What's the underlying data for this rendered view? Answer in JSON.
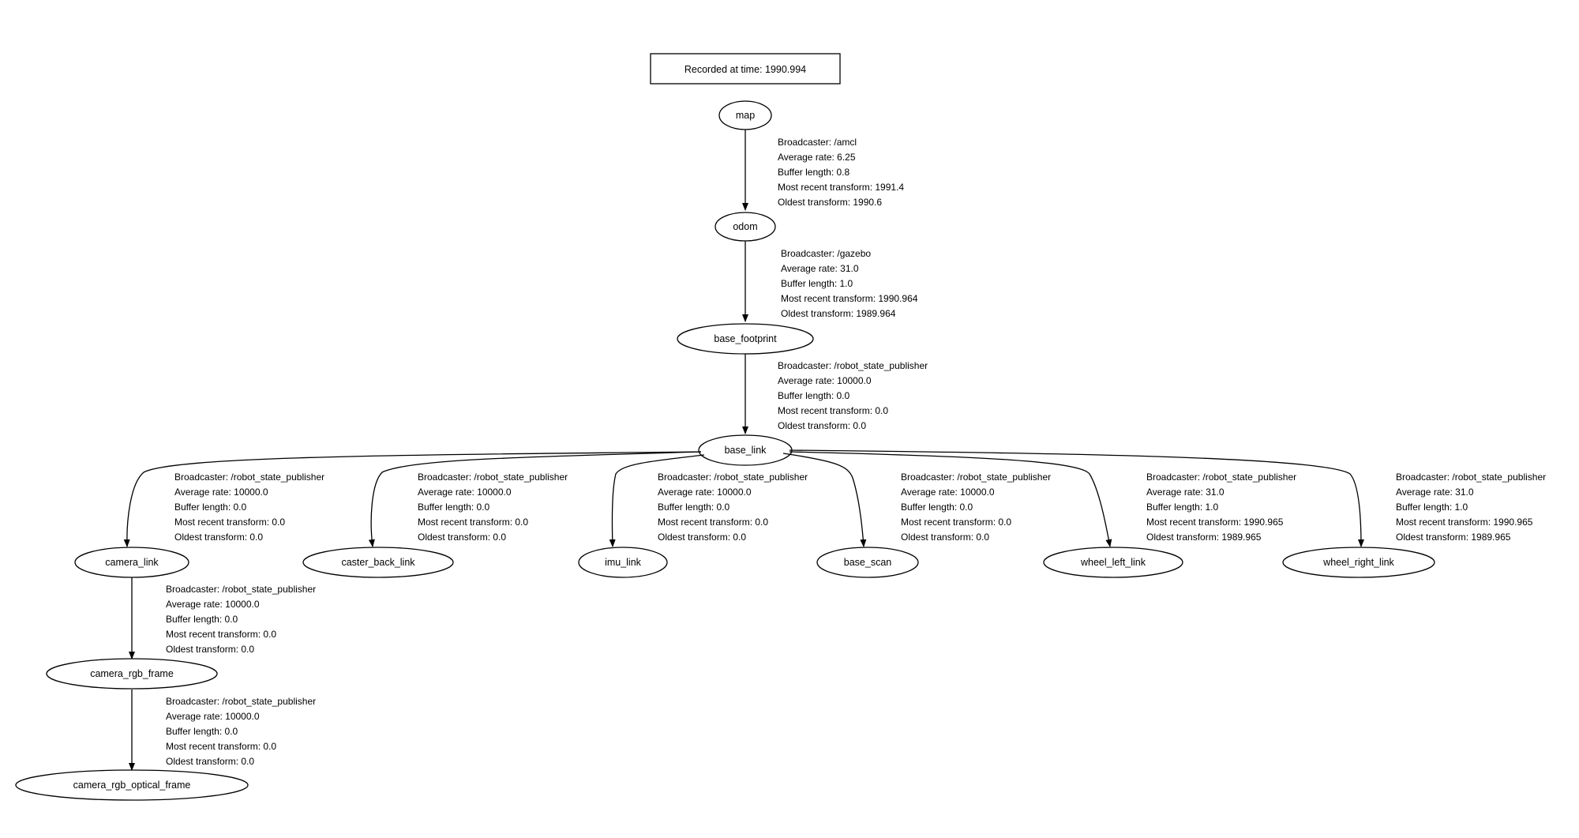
{
  "title": "Recorded at time: 1990.994",
  "colors": {
    "stroke": "#000000",
    "background": "#ffffff",
    "text": "#000000"
  },
  "nodes": {
    "map": "map",
    "odom": "odom",
    "base_footprint": "base_footprint",
    "base_link": "base_link",
    "camera_link": "camera_link",
    "caster_back_link": "caster_back_link",
    "imu_link": "imu_link",
    "base_scan": "base_scan",
    "wheel_left_link": "wheel_left_link",
    "wheel_right_link": "wheel_right_link",
    "camera_rgb_frame": "camera_rgb_frame",
    "camera_rgb_optical_frame": "camera_rgb_optical_frame"
  },
  "edges": {
    "map_odom": [
      "Broadcaster: /amcl",
      "Average rate: 6.25",
      "Buffer length: 0.8",
      "Most recent transform: 1991.4",
      "Oldest transform: 1990.6"
    ],
    "odom_base_footprint": [
      "Broadcaster: /gazebo",
      "Average rate: 31.0",
      "Buffer length: 1.0",
      "Most recent transform: 1990.964",
      "Oldest transform: 1989.964"
    ],
    "base_footprint_base_link": [
      "Broadcaster: /robot_state_publisher",
      "Average rate: 10000.0",
      "Buffer length: 0.0",
      "Most recent transform: 0.0",
      "Oldest transform: 0.0"
    ],
    "base_link_camera_link": [
      "Broadcaster: /robot_state_publisher",
      "Average rate: 10000.0",
      "Buffer length: 0.0",
      "Most recent transform: 0.0",
      "Oldest transform: 0.0"
    ],
    "base_link_caster_back_link": [
      "Broadcaster: /robot_state_publisher",
      "Average rate: 10000.0",
      "Buffer length: 0.0",
      "Most recent transform: 0.0",
      "Oldest transform: 0.0"
    ],
    "base_link_imu_link": [
      "Broadcaster: /robot_state_publisher",
      "Average rate: 10000.0",
      "Buffer length: 0.0",
      "Most recent transform: 0.0",
      "Oldest transform: 0.0"
    ],
    "base_link_base_scan": [
      "Broadcaster: /robot_state_publisher",
      "Average rate: 10000.0",
      "Buffer length: 0.0",
      "Most recent transform: 0.0",
      "Oldest transform: 0.0"
    ],
    "base_link_wheel_left_link": [
      "Broadcaster: /robot_state_publisher",
      "Average rate: 31.0",
      "Buffer length: 1.0",
      "Most recent transform: 1990.965",
      "Oldest transform: 1989.965"
    ],
    "base_link_wheel_right_link": [
      "Broadcaster: /robot_state_publisher",
      "Average rate: 31.0",
      "Buffer length: 1.0",
      "Most recent transform: 1990.965",
      "Oldest transform: 1989.965"
    ],
    "camera_link_camera_rgb_frame": [
      "Broadcaster: /robot_state_publisher",
      "Average rate: 10000.0",
      "Buffer length: 0.0",
      "Most recent transform: 0.0",
      "Oldest transform: 0.0"
    ],
    "camera_rgb_frame_camera_rgb_optical_frame": [
      "Broadcaster: /robot_state_publisher",
      "Average rate: 10000.0",
      "Buffer length: 0.0",
      "Most recent transform: 0.0",
      "Oldest transform: 0.0"
    ]
  }
}
